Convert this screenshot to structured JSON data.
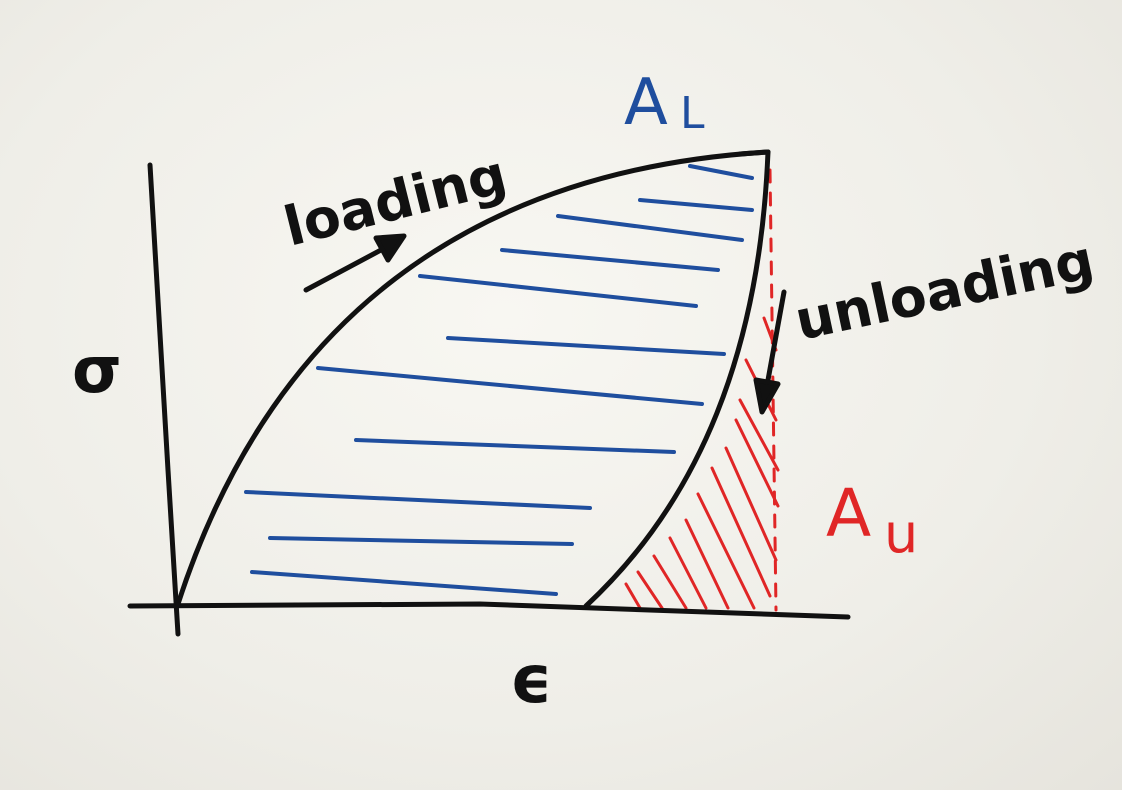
{
  "labels": {
    "loading": "loading",
    "unloading": "unloading",
    "sigma": "σ",
    "epsilon": "ϵ",
    "area_loading": {
      "letter": "A",
      "subscript": "L"
    },
    "area_unloading": {
      "letter": "A",
      "subscript": "u"
    }
  },
  "colors": {
    "ink": "#111111",
    "loading_hatch": "#1f4e9e",
    "unloading_hatch": "#e02626",
    "paper": "#f2f0ea"
  }
}
